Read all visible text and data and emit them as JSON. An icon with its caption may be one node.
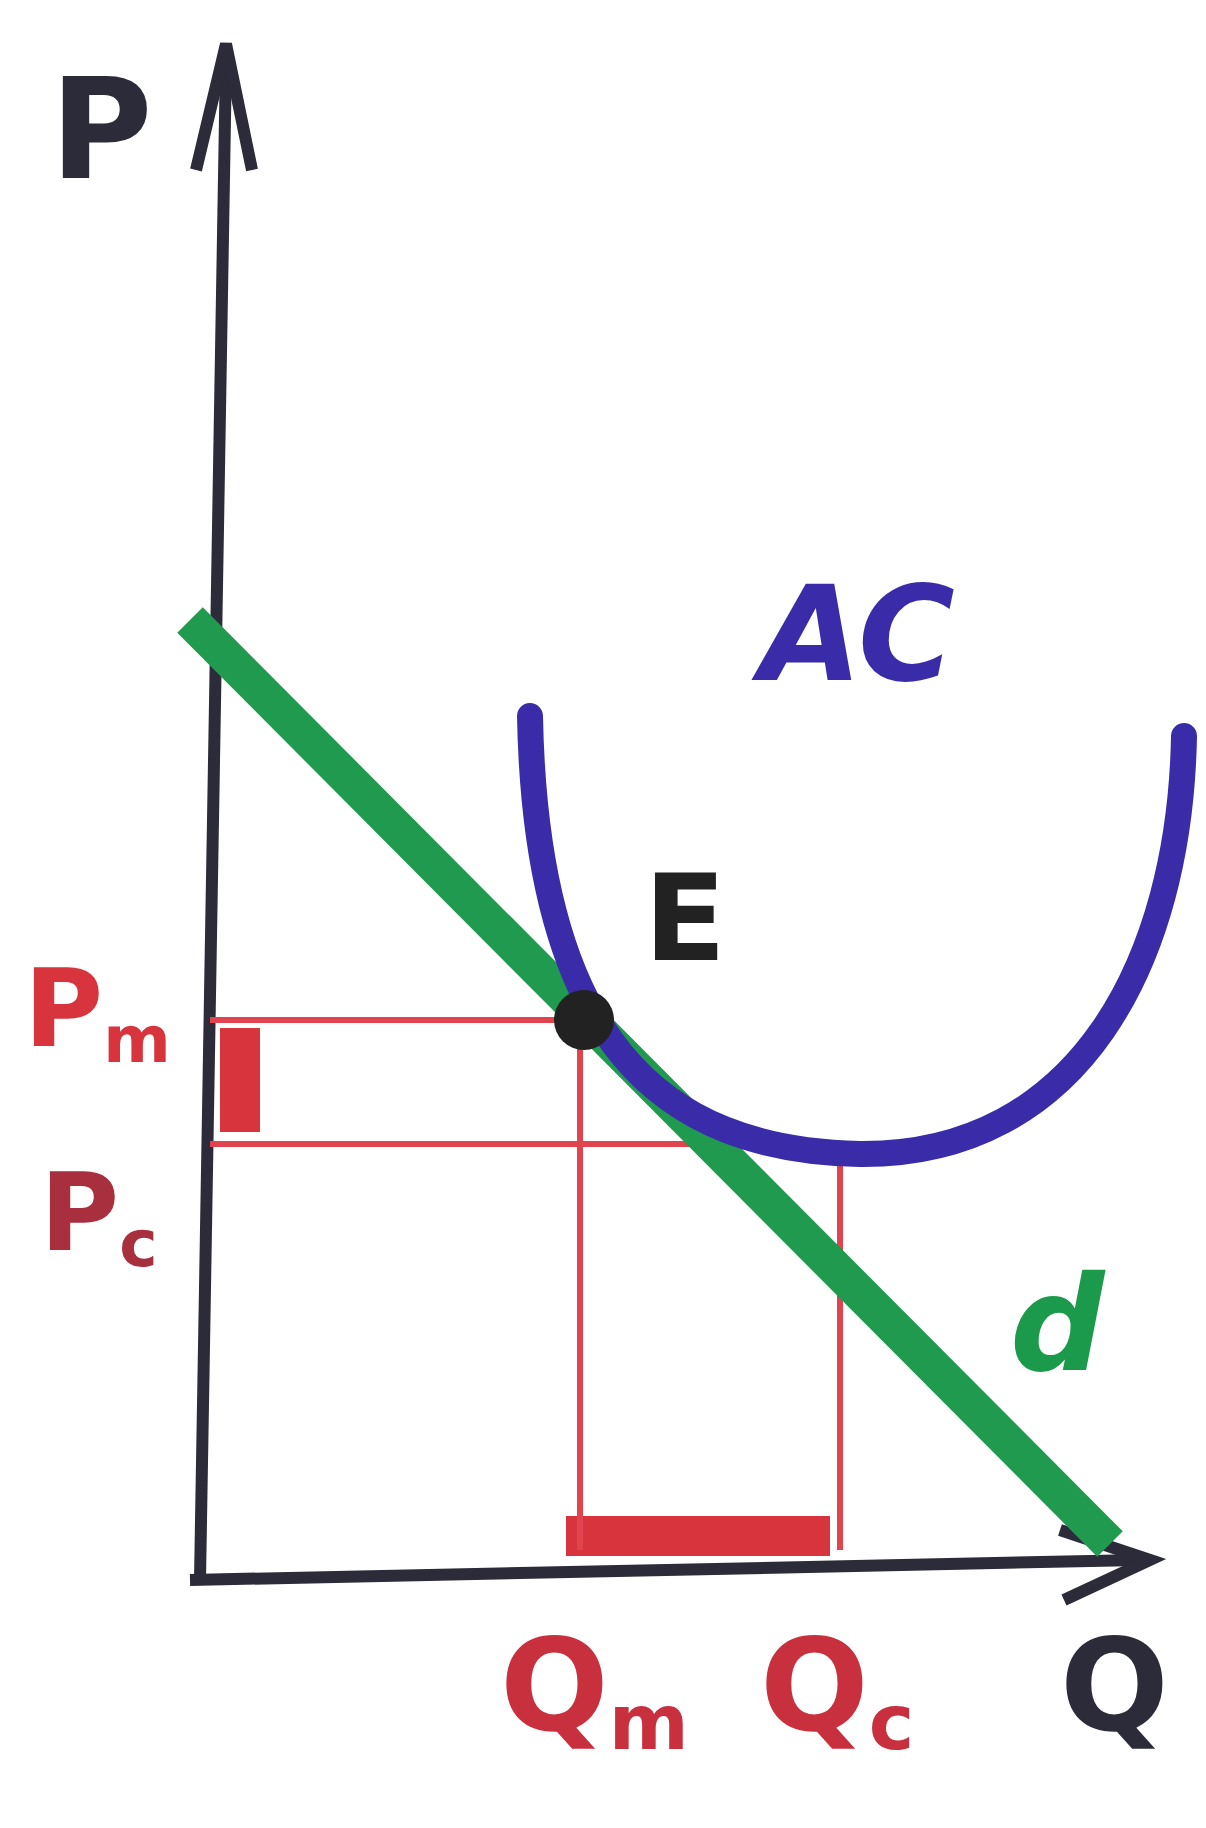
{
  "diagram": {
    "labels": [
      "P",
      "AC",
      "E",
      "P$_{m}$",
      "P$_{c}$",
      "d",
      "Q$_{m}$",
      "Q$_{c}$",
      "Q"
    ]
  }
}
